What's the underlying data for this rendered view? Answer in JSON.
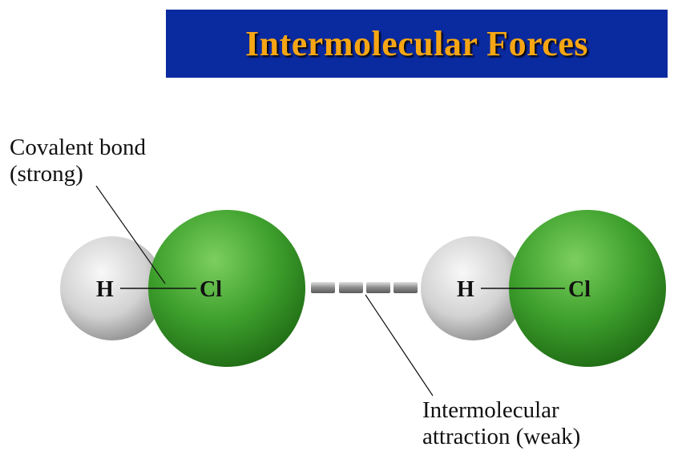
{
  "title": "Intermolecular Forces",
  "colors": {
    "banner_bg": "#0a2aa0",
    "title_text": "#f6a614",
    "chlorine": "#3a9a2a",
    "hydrogen": "#d8d8d8"
  },
  "labels": {
    "covalent_line1": "Covalent bond",
    "covalent_line2": "(strong)",
    "intermolecular_line1": "Intermolecular",
    "intermolecular_line2": "attraction (weak)"
  },
  "molecules": [
    {
      "hydrogen_symbol": "H",
      "chlorine_symbol": "Cl"
    },
    {
      "hydrogen_symbol": "H",
      "chlorine_symbol": "Cl"
    }
  ]
}
